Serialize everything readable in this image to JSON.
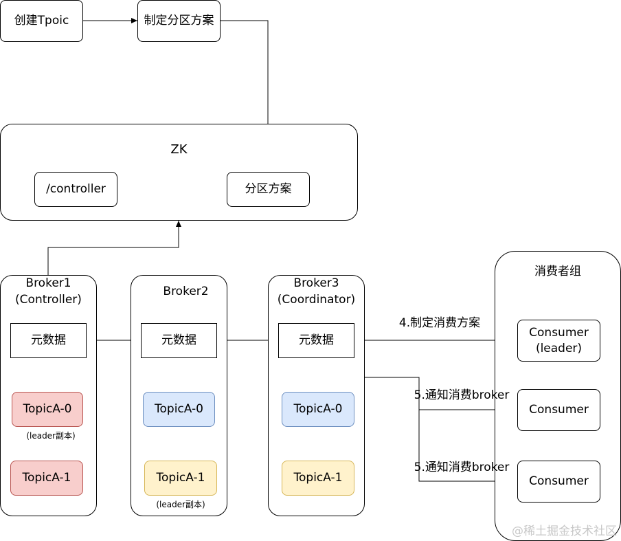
{
  "top": {
    "create_topic": "创建Tpoic",
    "make_plan": "制定分区方案"
  },
  "zk": {
    "title": "ZK",
    "controller_node": "/controller",
    "partition_plan": "分区方案"
  },
  "brokers": [
    {
      "title": "Broker1\n(Controller)",
      "metadata": "元数据",
      "topic_a0": "TopicA-0",
      "topic_a0_note": "(leader副本)",
      "topic_a1": "TopicA-1"
    },
    {
      "title": "Broker2",
      "metadata": "元数据",
      "topic_a0": "TopicA-0",
      "topic_a1": "TopicA-1",
      "topic_a1_note": "(leader副本)"
    },
    {
      "title": "Broker3\n(Coordinator)",
      "metadata": "元数据",
      "topic_a0": "TopicA-0",
      "topic_a1": "TopicA-1"
    }
  ],
  "consumer_group": {
    "title": "消费者组",
    "leader": "Consumer\n(leader)",
    "consumer_2": "Consumer",
    "consumer_3": "Consumer"
  },
  "edges": {
    "make_consume_plan": "4.制定消费方案",
    "notify_1": "5.通知消费broker",
    "notify_2": "5.通知消费broker"
  },
  "watermark": "@稀土掘金技术社区",
  "colors": {
    "partition_red": "#f8cecc",
    "partition_blue": "#dae8fc",
    "partition_yellow": "#fff2cc"
  }
}
